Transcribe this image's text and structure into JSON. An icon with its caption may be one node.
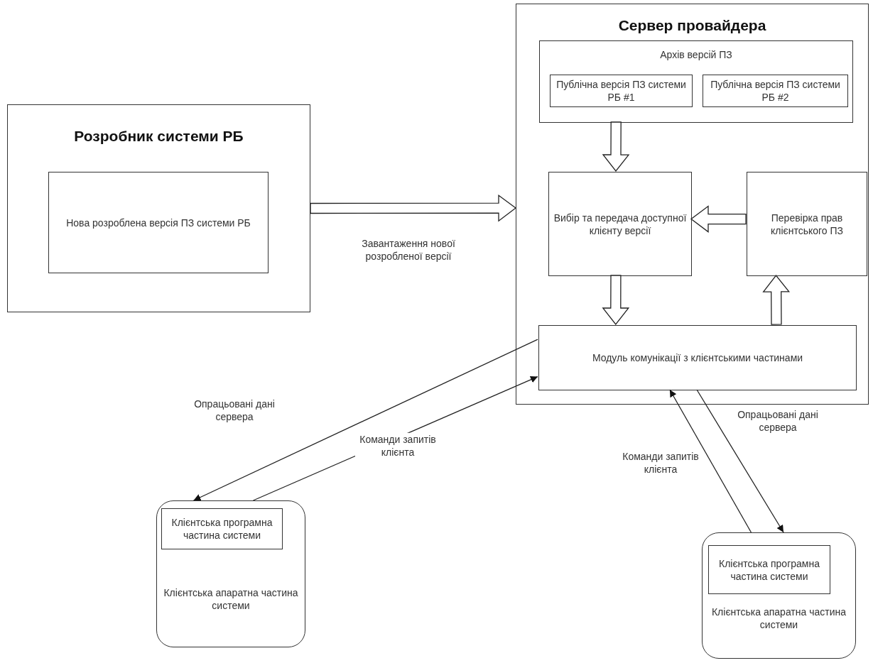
{
  "diagram": {
    "nodes": [
      {
        "text": [
          "Розробник системи РБ"
        ]
      },
      {
        "text": [
          "Нова розроблена версія ПЗ системи РБ"
        ],
        "in": 0
      },
      {
        "text": [
          "Сервер провайдера"
        ]
      },
      {
        "text": [
          "Архів версій ПЗ"
        ],
        "in": 2
      },
      {
        "text": [
          "Публічна версія ПЗ системи РБ #1"
        ],
        "in": 3
      },
      {
        "text": [
          "Публічна версія ПЗ системи РБ #2"
        ],
        "in": 3
      },
      {
        "text": [
          "Вибір та передача доступної клієнту версії"
        ],
        "in": 2
      },
      {
        "text": [
          "Перевірка прав клієнтського ПЗ"
        ],
        "in": 2
      },
      {
        "text": [
          "Модуль комунікації з клієнтськими частинами"
        ],
        "in": 2
      },
      {
        "text": [
          "Клієнтська апаратна частина системи"
        ]
      },
      {
        "text": [
          "Клієнтська програмна частина системи"
        ],
        "in": 9
      },
      {
        "text": [
          "Клієнтська апаратна частина системи"
        ]
      },
      {
        "text": [
          "Клієнтська програмна частина системи"
        ],
        "in": 11
      }
    ],
    "edges": [
      {
        "from": 0,
        "to": 2,
        "arrow": "to",
        "style": "thick",
        "label": "Завантаження нової розробленої версії"
      },
      {
        "from": 3,
        "to": 6,
        "arrow": "to",
        "style": "thick"
      },
      {
        "from": 7,
        "to": 6,
        "arrow": "to",
        "style": "thick"
      },
      {
        "from": 6,
        "to": 8,
        "arrow": "to",
        "style": "thick"
      },
      {
        "from": 8,
        "to": 7,
        "arrow": "to",
        "style": "thick"
      },
      {
        "from": 8,
        "to": 9,
        "arrow": "to",
        "label": "Опрацьовані дані сервера"
      },
      {
        "from": 9,
        "to": 8,
        "arrow": "to",
        "label": "Команди запитів клієнта"
      },
      {
        "from": 11,
        "to": 8,
        "arrow": "to",
        "label": "Команди запитів клієнта"
      },
      {
        "from": 8,
        "to": 11,
        "arrow": "to",
        "label": "Опрацьовані дані сервера"
      }
    ]
  }
}
